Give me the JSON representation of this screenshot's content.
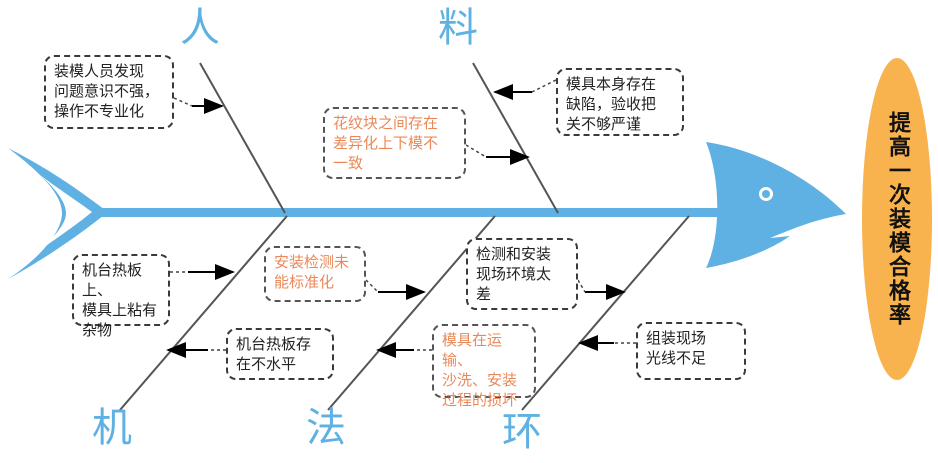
{
  "categories": {
    "man": "人",
    "material": "料",
    "machine": "机",
    "method": "法",
    "environment": "环"
  },
  "causes": {
    "man_1": "装模人员发现\n问题意识不强，\n操作不专业化",
    "material_1": "模具本身存在\n缺陷，验收把\n关不够严谨",
    "material_2": "花纹块之间存在\n差异化上下模不\n一致",
    "machine_1": "机台热板上、\n模具上粘有\n杂物",
    "machine_2": "机台热板存\n在不水平",
    "method_1": "安装检测未\n能标准化",
    "method_2": "模具在运输、\n沙洗、安装\n过程的损坏",
    "environment_1": "检测和安装\n现场环境太\n差",
    "environment_2": "组装现场\n光线不足"
  },
  "goal": "提高一次装模合格率",
  "colors": {
    "fish": "#5fb1e3",
    "category_text": "#5fb1e3",
    "orange_text": "#e9895a",
    "goal_fill": "#f8b24e",
    "bones": "#555555"
  }
}
